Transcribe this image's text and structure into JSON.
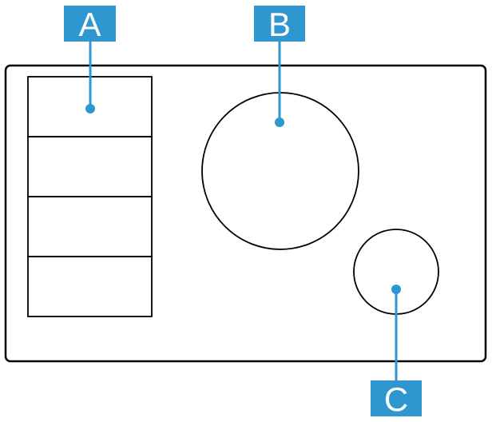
{
  "colors": {
    "callout": "#2f97cf",
    "outline": "#000000",
    "label_text": "#ffffff",
    "background": "#ffffff"
  },
  "callouts": [
    {
      "id": "A",
      "label": "A"
    },
    {
      "id": "B",
      "label": "B"
    },
    {
      "id": "C",
      "label": "C"
    }
  ]
}
